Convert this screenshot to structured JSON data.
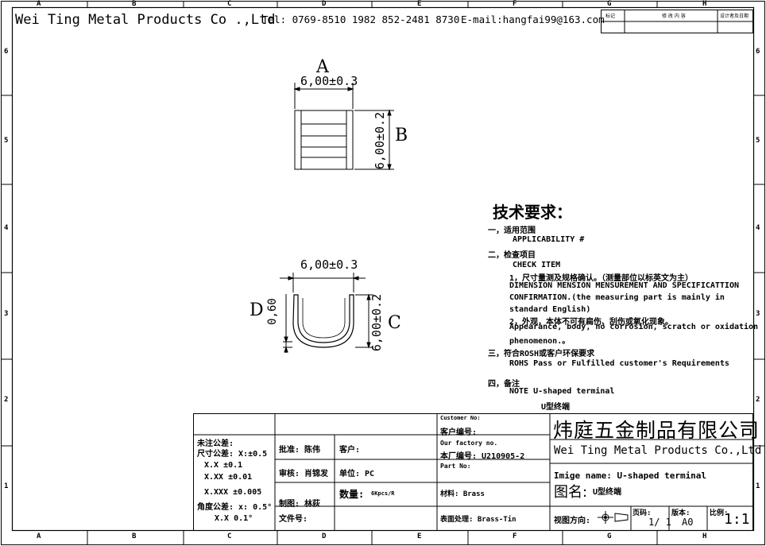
{
  "grid": {
    "columns": [
      "A",
      "B",
      "C",
      "D",
      "E",
      "F",
      "G",
      "H"
    ],
    "rows": [
      "6",
      "5",
      "4",
      "3",
      "2",
      "1"
    ]
  },
  "header": {
    "company": "Wei Ting Metal Products Co .,Ltd",
    "tel": "Tel: 0769-8510 1982  852-2481 8730",
    "email": "E-mail:hangfai99@163.com",
    "rev_cols": [
      "标记",
      "修 改 内 容",
      "设计者及日期"
    ]
  },
  "drawing": {
    "view_a": {
      "dim": "6,00±0.3",
      "label": "A"
    },
    "view_b": {
      "dim": "6,00±0.2",
      "label": "B"
    },
    "view_c": {
      "dim": "6,00±0.2",
      "label": "C"
    },
    "view_d": {
      "dim": "0,60",
      "label": "D"
    },
    "view_bottom_width": "6,00±0.3"
  },
  "requirements": {
    "title": "技术要求：",
    "s1_title": "一，适用范围",
    "s1_text": "APPLICABILITY #",
    "s2_title": "二，检查项目",
    "s2_l1": "CHECK ITEM",
    "s2_l2": "1，尺寸量测及规格确认。（测量部位以标英文为主）",
    "s2_l3": "DIMENSION MENSION MENSUREMENT AND SPECIFICATTION",
    "s2_l4": "CONFIRMATION.(the measuring part is mainly in",
    "s2_l5": "standard English)",
    "s2_l6": "2，外观，本体不可有扁伤、刮伤或氧化现象。",
    "s2_l7": "Appearance, body, no corrosion, scratch or oxidation",
    "s2_l8": "phenomenon.。",
    "s3_title": "三，符合ROSH或客户环保要求",
    "s3_text": "ROHS  Pass or Fulfilled customer's  Requirements",
    "s4_title": "四，备注",
    "s4_l1": "NOTE   U-shaped terminal",
    "s4_l2": "U型终端"
  },
  "titleblock": {
    "tol_title1": "未注公差:",
    "tol_title2": "尺寸公差: X:±0.5",
    "tol_x1": "X.X   ±0.1",
    "tol_x2": "X.XX   ±0.01",
    "tol_x3": "X.XXX   ±0.005",
    "tol_angle": "角度公差: x: 0.5°",
    "tol_angle2": "X.X  0.1°",
    "approve": "批准: 陈伟",
    "customer": "客户:",
    "review": "审核: 肖锦发",
    "unit": "单位: PC",
    "draw": "制图: 林荻",
    "qty_label": "数量:",
    "qty_value": "6Kpcs/R",
    "file_no": "文件号:",
    "cust_no_en": "Customer No:",
    "cust_no_cn": "客户编号:",
    "factory_no_en": "Our factory no.",
    "factory_no_cn": "本厂编号: U210905-2",
    "part_no": "Part No:",
    "material": "材料: Brass",
    "surface": "表面处理: Brass-Tin",
    "company_cn": "炜庭五金制品有限公司",
    "company_en": "Wei Ting Metal Products Co.,Ltd",
    "image_name": "Imige name: U-shaped terminal",
    "figure_label": "图名:",
    "figure_value": "U型终端",
    "view_dir": "视图方向:",
    "page_label": "页码:",
    "page_value": "1/ 1",
    "version_label": "版本:",
    "version_value": "A0",
    "scale_label": "比例:",
    "scale_value": "1:1"
  }
}
